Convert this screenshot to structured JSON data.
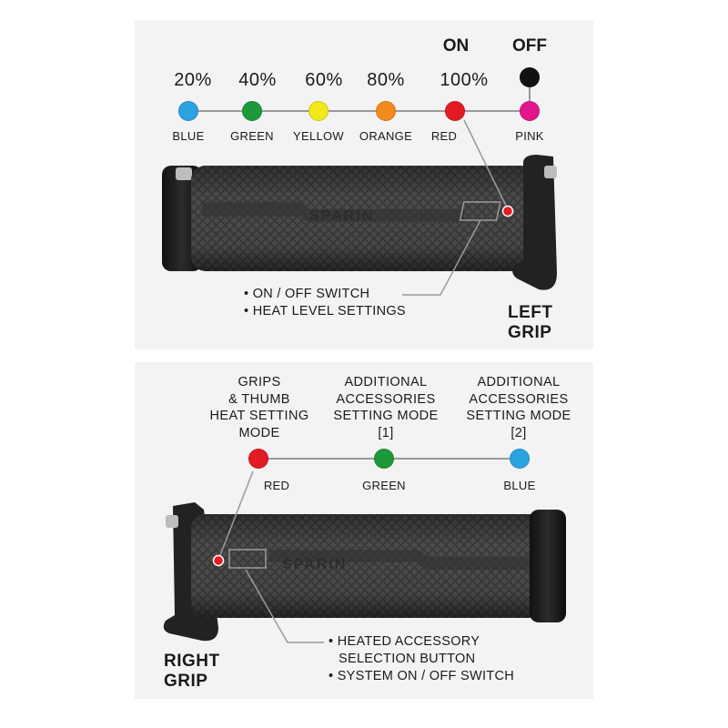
{
  "left_section": {
    "states": {
      "on": "ON",
      "off": "OFF"
    },
    "levels": [
      {
        "percent": "20%",
        "color_name": "BLUE",
        "color": "#2ba3e3"
      },
      {
        "percent": "40%",
        "color_name": "GREEN",
        "color": "#1c9a3a"
      },
      {
        "percent": "60%",
        "color_name": "YELLOW",
        "color": "#f4e81a"
      },
      {
        "percent": "80%",
        "color_name": "ORANGE",
        "color": "#f28a1c"
      },
      {
        "percent": "100%",
        "color_name": "RED",
        "color": "#e31b23"
      },
      {
        "percent": "",
        "color_name": "PINK",
        "color": "#e3158c"
      }
    ],
    "off_color": "#111111",
    "callout": [
      "• ON / OFF SWITCH",
      "• HEAT LEVEL SETTINGS"
    ],
    "grip_name": [
      "LEFT",
      "GRIP"
    ],
    "grip_logo": "SPARIN"
  },
  "right_section": {
    "modes": [
      {
        "lines": [
          "GRIPS",
          "& THUMB",
          "HEAT SETTING",
          "MODE"
        ],
        "color_name": "RED",
        "color": "#e31b23"
      },
      {
        "lines": [
          "ADDITIONAL",
          "ACCESSORIES",
          "SETTING MODE",
          "[1]"
        ],
        "color_name": "GREEN",
        "color": "#1c9a3a"
      },
      {
        "lines": [
          "ADDITIONAL",
          "ACCESSORIES",
          "SETTING MODE",
          "[2]"
        ],
        "color_name": "BLUE",
        "color": "#2ba3e3"
      }
    ],
    "callout": [
      "• HEATED ACCESSORY",
      "SELECTION BUTTON",
      "• SYSTEM ON / OFF SWITCH"
    ],
    "grip_name": [
      "RIGHT",
      "GRIP"
    ],
    "grip_logo": "SPARIN"
  }
}
